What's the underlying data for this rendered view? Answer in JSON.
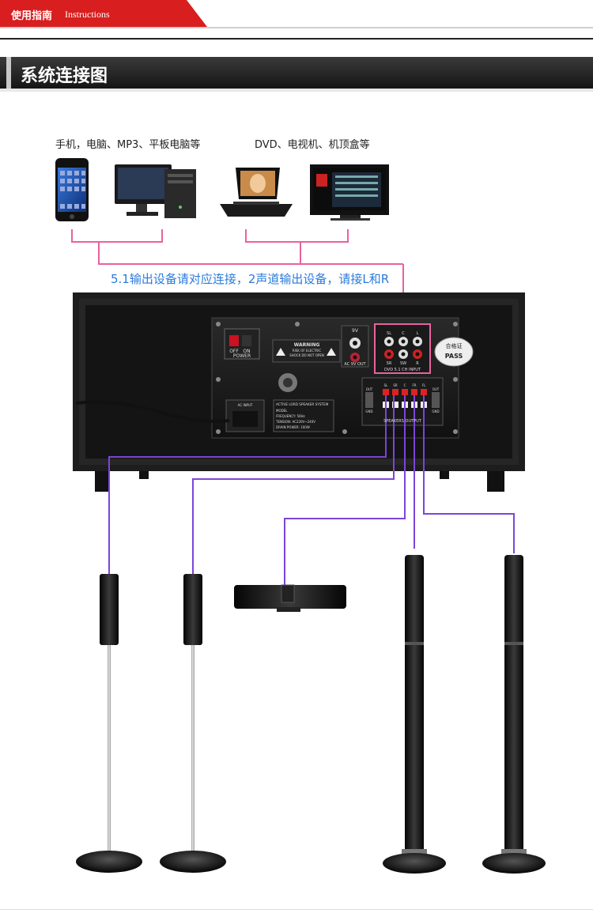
{
  "header": {
    "title": "使用指南",
    "subtitle": "Instructions"
  },
  "section": {
    "title": "系统连接图"
  },
  "sources": {
    "group_a_label": "手机，电脑、MP3、平板电脑等",
    "group_b_label": "DVD、电视机、机顶盒等"
  },
  "connect_note": "5.1输出设备请对应连接，2声道输出设备，请接L和R",
  "panel": {
    "power_on": "ON",
    "power_off": "OFF",
    "power_label": "POWER",
    "warning_title": "WARNING",
    "warning_line1": "RISK OF ELECTRIC",
    "warning_line2": "SHOCK DO NOT OPEN",
    "out_9v": "9V",
    "ac9v_out": "AC 9V OUT",
    "dvd_input": "DVD 5.1 CH INPUT",
    "jack_sl": "SL",
    "jack_c": "C",
    "jack_l": "L",
    "jack_sr": "SR",
    "jack_sw": "SW",
    "jack_r": "R",
    "pass_top": "合格证",
    "pass_text": "PASS",
    "spk_out": "OUT",
    "spk_gnd": "GND",
    "spk_labels": [
      "SL",
      "SR",
      "C",
      "FR",
      "FL"
    ],
    "spk_outputs": "SPEAKERS OUTPUT",
    "ac_input": "AC INPUT",
    "system_title": "ACTIVE LORD SPEAKER SYSTEM",
    "spec_model": "MODEL",
    "spec_freq": "FREQUENCY:  50Hz",
    "spec_tension": "TENSION:   AC220V~240V",
    "spec_power": "DRAIN POWER: 100W"
  },
  "colors": {
    "header_red": "#d81e1e",
    "pink_line": "#e8629e",
    "purple_line": "#7b45d8",
    "note_blue": "#2b7bdc"
  }
}
